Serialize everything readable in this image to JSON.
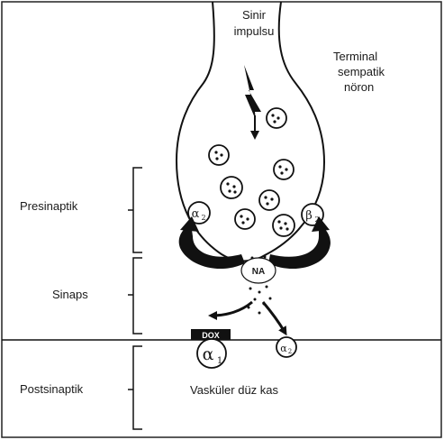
{
  "labels": {
    "impulse_line1": "Sinir",
    "impulse_line2": "impulsu",
    "neuron_line1": "Terminal",
    "neuron_line2": "sempatik",
    "neuron_line3": "nöron",
    "presynaptic": "Presinaptik",
    "synapse": "Sinaps",
    "postsynaptic": "Postsinaptik",
    "tissue": "Vasküler düz kas",
    "transmitter": "NA",
    "drug": "DOX"
  },
  "receptors": {
    "pre_alpha": "α",
    "pre_alpha_sub": "2",
    "pre_beta": "β",
    "pre_beta_sub": "2",
    "post_alpha1": "α",
    "post_alpha1_sub": "1",
    "post_alpha2": "α",
    "post_alpha2_sub": "2"
  },
  "icons": [
    "lightning-bolt-icon",
    "vesicle-icon"
  ],
  "colors": {
    "ink": "#111111",
    "background": "#ffffff"
  }
}
